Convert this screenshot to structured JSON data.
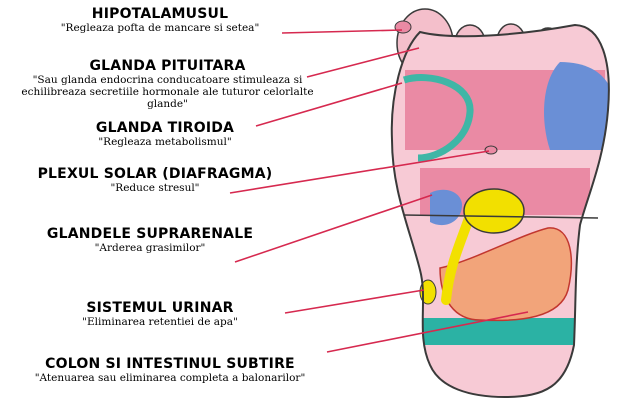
{
  "labels": [
    {
      "id": "hipotalamus",
      "title": "HIPOTALAMUSUL",
      "desc": "\"Regleaza pofta de mancare si setea\""
    },
    {
      "id": "pituitara",
      "title": "GLANDA PITUITARA",
      "desc": "\"Sau glanda endocrina conducatoare stimuleaza si echilibreaza secretiile hormonale ale tuturor celorlalte glande\""
    },
    {
      "id": "tiroida",
      "title": "GLANDA TIROIDA",
      "desc": "\"Regleaza metabolismul\""
    },
    {
      "id": "plexul",
      "title": "PLEXUL SOLAR (DIAFRAGMA)",
      "desc": "\"Reduce stresul\""
    },
    {
      "id": "suprarenale",
      "title": "GLANDELE SUPRARENALE",
      "desc": "\"Arderea grasimilor\""
    },
    {
      "id": "urinar",
      "title": "SISTEMUL URINAR",
      "desc": "\"Eliminarea retentiei de apa\""
    },
    {
      "id": "colon",
      "title": "COLON SI INTESTINUL SUBTIRE",
      "desc": "\"Atenuarea sau eliminarea completa a balonarilor\""
    }
  ],
  "colors": {
    "outline": "#3a3a3a",
    "foot_skin": "#f7cad5",
    "toe_skin": "#f4bfcb",
    "pink_zone": "#ea8aa4",
    "blue_zone": "#6a8fd6",
    "green_zone": "#3fb6a6",
    "yellow_zone": "#f2e000",
    "orange_zone": "#f2a47a",
    "heel_zone": "#2bb2a4",
    "leader_line": "#d6294f"
  }
}
